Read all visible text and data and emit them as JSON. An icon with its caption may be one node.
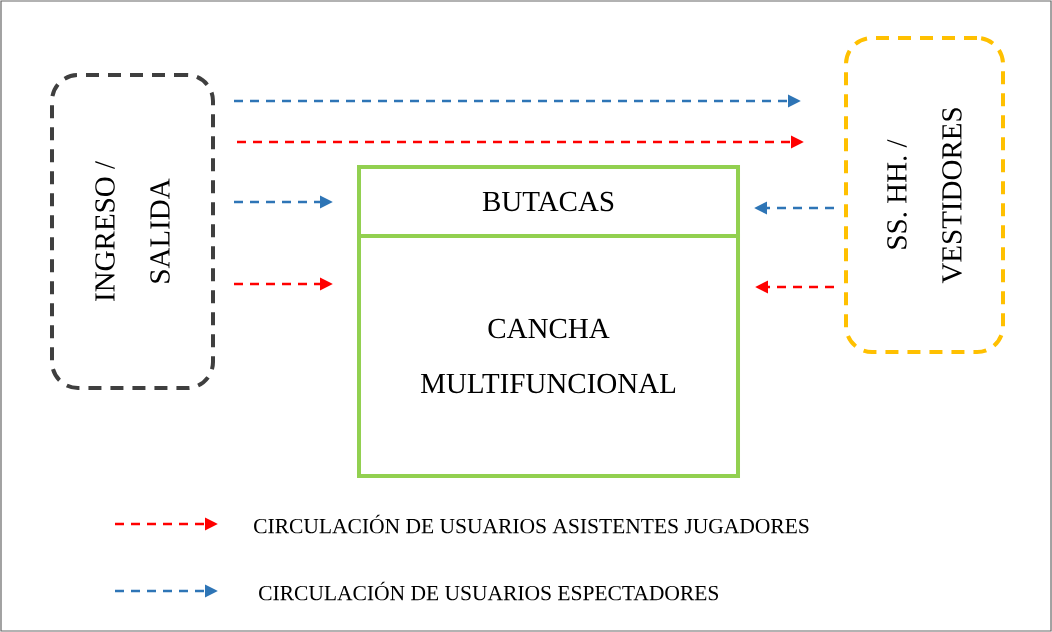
{
  "diagram": {
    "nodes": [
      {
        "text": [
          "INGRESO / SALIDA"
        ]
      },
      {
        "text": [
          "SS. HH. / VESTIDORES"
        ]
      },
      {
        "text": [
          "BUTACAS"
        ]
      },
      {
        "text": [
          "CANCHA MULTIFUNCIONAL"
        ]
      }
    ],
    "edges": [
      {
        "from": 0,
        "to": 1,
        "arrow": "to",
        "style": "dashed",
        "color": "#2e75b6"
      },
      {
        "from": 0,
        "to": 1,
        "arrow": "to",
        "style": "dashed",
        "color": "#ff0000"
      },
      {
        "from": 0,
        "to": 2,
        "arrow": "to",
        "style": "dashed",
        "color": "#2e75b6"
      },
      {
        "from": 0,
        "to": 3,
        "arrow": "to",
        "style": "dashed",
        "color": "#ff0000"
      },
      {
        "from": 1,
        "to": 2,
        "arrow": "to",
        "style": "dashed",
        "color": "#2e75b6"
      },
      {
        "from": 1,
        "to": 3,
        "arrow": "to",
        "style": "dashed",
        "color": "#ff0000"
      }
    ],
    "legend": [
      {
        "text": "CIRCULACIÓN DE USUARIOS ASISTENTES JUGADORES",
        "color": "#ff0000"
      },
      {
        "text": "CIRCULACIÓN DE USUARIOS ESPECTADORES",
        "color": "#2e75b6"
      }
    ]
  }
}
